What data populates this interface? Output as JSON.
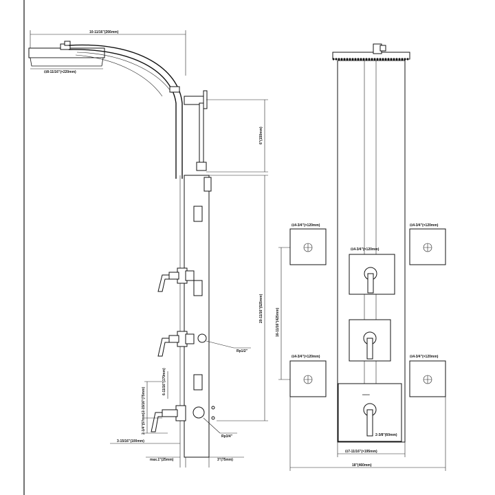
{
  "side_view": {
    "dims": {
      "total_width": "10-11/16\"(266mm)",
      "head_size": "⊡8-11/16\"(×220mm)",
      "arm_drop": "6\"(150mm)",
      "panel_height": "20-11/16\"(525mm)",
      "inlet_spacing": "3-15/16\"(100mm)",
      "stop_valve": "2-1/4\"(57mm)",
      "lower_outlet": "2-15/16\"(75mm)",
      "base_width": "max.1\"(25mm)",
      "offset": "3\"(75mm)",
      "handle_offset": "6-11/16\"(170mm)"
    },
    "labels": {
      "thread_top": "Rp1/2\"",
      "thread_bottom": "Rp3/4\""
    }
  },
  "front_view": {
    "dims": {
      "jet_tl": "⊡4-3/4\"(×120mm)",
      "jet_tr": "⊡4-3/4\"(×120mm)",
      "jet_bl": "⊡4-3/4\"(×120mm)",
      "jet_br": "⊡4-3/4\"(×120mm)",
      "valve_box": "⊡4-3/4\"(×120mm)",
      "jet_spacing": "16-11/16\"(425mm)",
      "panel_width": "⊡7-11/16\"(×195mm)",
      "overall_width": "18\"(460mm)",
      "diverter_size": "2-3/8\"(60mm)",
      "tag_text": "═══"
    }
  }
}
